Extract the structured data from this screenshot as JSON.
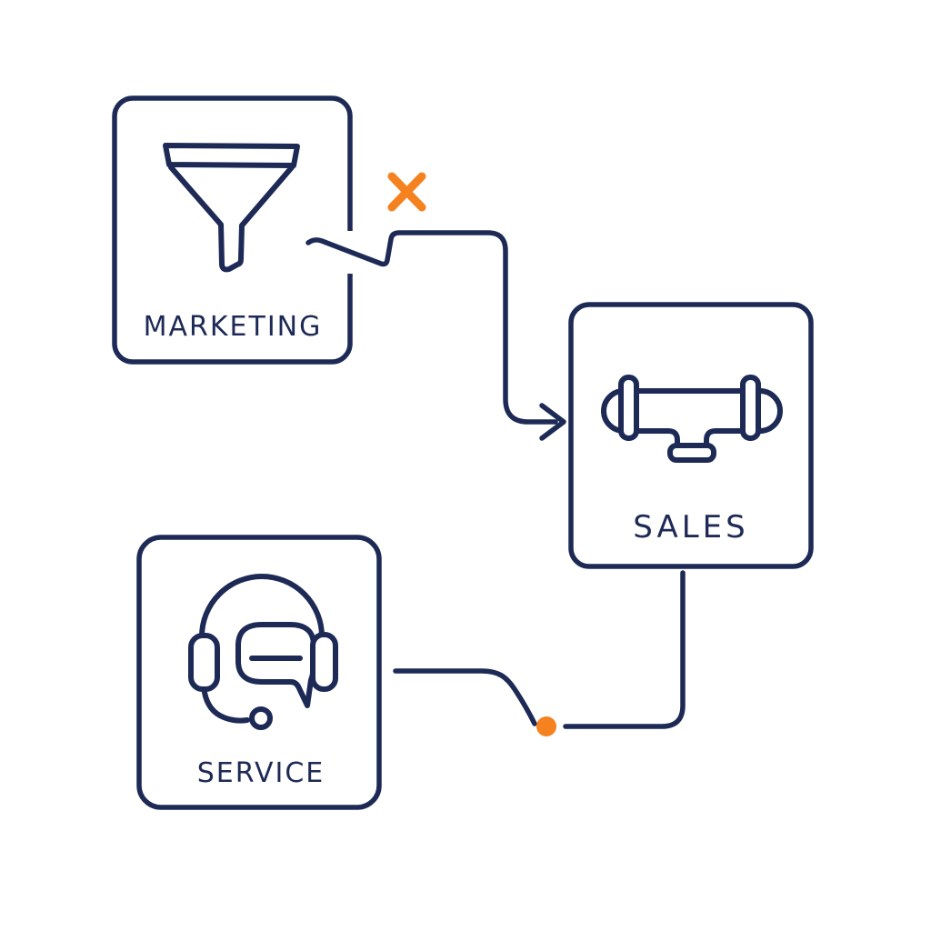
{
  "colors": {
    "background": "#ffffff",
    "navy": "#1e2a56",
    "orange": "#f5821f",
    "white": "#ffffff"
  },
  "nodes": {
    "marketing": {
      "label": "MARKETING",
      "icon": "funnel-icon"
    },
    "sales": {
      "label": "SALES",
      "icon": "pipeline-icon"
    },
    "service": {
      "label": "SERVICE",
      "icon": "headset-chat-icon"
    }
  },
  "connectors": {
    "marketing_to_sales": {
      "from": "MARKETING",
      "to": "SALES",
      "style": "elbow-arrow",
      "marker": "x-mark",
      "marker_color": "#f5821f"
    },
    "sales_to_service": {
      "from": "SALES",
      "to": "SERVICE",
      "style": "elbow",
      "marker": "endpoint-dot",
      "marker_color": "#f5821f"
    }
  }
}
